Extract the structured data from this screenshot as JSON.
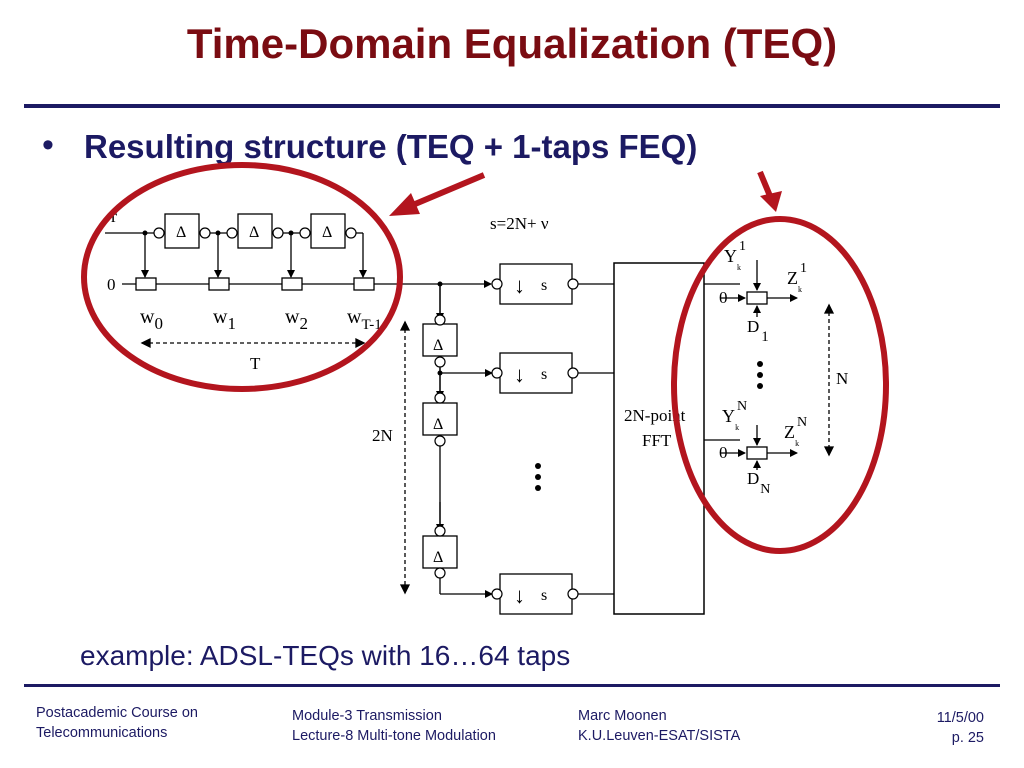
{
  "slide": {
    "title": "Time-Domain Equalization (TEQ)",
    "bullet_marker": "•",
    "bullet": "Resulting structure (TEQ + 1-taps FEQ)",
    "example": "example: ADSL-TEQs with 16…64 taps"
  },
  "diagram": {
    "input_r": "r",
    "zero": "0",
    "delta": "Δ",
    "weights": [
      {
        "base": "w",
        "sub": "0"
      },
      {
        "base": "w",
        "sub": "1"
      },
      {
        "base": "w",
        "sub": "2"
      },
      {
        "base": "w",
        "sub": "T-1"
      }
    ],
    "T_label": "T",
    "s_eq": "s=2N+ ν",
    "down_arrow": "↓",
    "s": "s",
    "two_n": "2N",
    "fft_line1": "2N-point",
    "fft_line2": "FFT",
    "Y1_base": "Y",
    "Y1_sup": "1",
    "Y_sub": "k",
    "YN_base": "Y",
    "YN_sup": "N",
    "Z1_base": "Z",
    "Z1_sup": "1",
    "Z_sub": "k",
    "ZN_base": "Z",
    "ZN_sup": "N",
    "D1_base": "D",
    "D1_sub": "1",
    "DN_base": "D",
    "DN_sub": "N",
    "N_label": "N",
    "highlight_color": "#b3151e",
    "title_color": "#7a0c12",
    "text_color": "#1c1a63"
  },
  "footer": {
    "left1": "Postacademic Course on",
    "left2": "Telecommunications",
    "mid1": "Module-3  Transmission",
    "mid2": "Lecture-8  Multi-tone Modulation",
    "auth1": "Marc Moonen",
    "auth2": "K.U.Leuven-ESAT/SISTA",
    "date": "11/5/00",
    "page": "p. 25"
  }
}
